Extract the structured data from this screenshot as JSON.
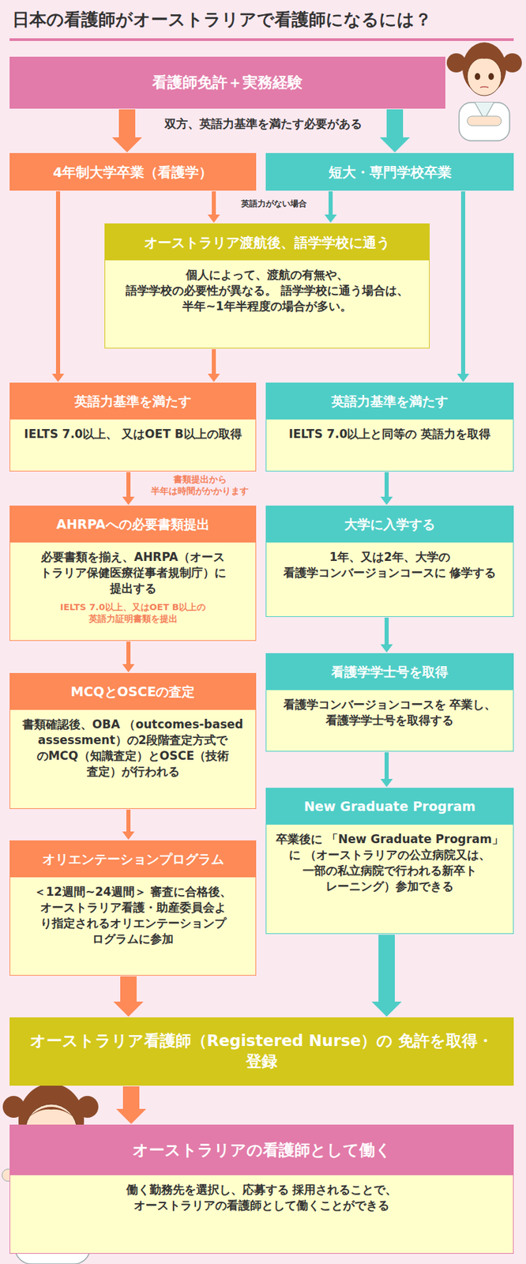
{
  "diagram": {
    "title": "日本の看護師がオーストラリアで看護師になるには？",
    "nodes": [
      {
        "text": [
          "看護師免許＋実務経験"
        ]
      },
      {
        "text": [
          "4年制大学卒業（看護学）"
        ]
      },
      {
        "text": [
          "短大・専門学校卒業"
        ]
      },
      {
        "text": [
          "オーストラリア渡航後、語学学校に通う",
          "個人によって、渡航の有無や、 語学学校の必要性が異なる。 語学学校に通う場合は、 半年~1年半程度の場合が多い。"
        ]
      },
      {
        "text": [
          "英語力基準を満たす",
          "IELTS 7.0以上、 又はOET B以上の取得"
        ]
      },
      {
        "text": [
          "英語力基準を満たす",
          "IELTS 7.0以上と同等の 英語力を取得"
        ]
      },
      {
        "text": [
          "AHRPAへの必要書類提出",
          "必要書類を揃え、AHRPA（オース トラリア保健医療従事者規制庁）に 提出する",
          "IELTS 7.0以上、又はOET B以上の 英語力証明書類を提出"
        ]
      },
      {
        "text": [
          "大学に入学する",
          "1年、又は2年、大学の 看護学コンバージョンコースに 修学する"
        ]
      },
      {
        "text": [
          "MCQとOSCEの査定",
          "書類確認後、OBA （outcomes-based assessment）の2段階査定方式で のMCQ（知識査定）とOSCE（技術 査定）が行われる"
        ]
      },
      {
        "text": [
          "看護学学士号を取得",
          "看護学コンバージョンコースを 卒業し、看護学学士号を取得する"
        ]
      },
      {
        "text": [
          "オリエンテーションプログラム",
          "＜12週間~24週間＞ 審査に合格後、 オーストラリア看護・助産委員会よ り指定されるオリエンテーションプ ログラムに参加"
        ]
      },
      {
        "text": [
          "New Graduate Program",
          "卒業後に 「New Graduate Program」に （オーストラリアの公立病院又は、 一部の私立病院で行われる新卒ト レーニング）参加できる"
        ]
      },
      {
        "text": [
          "オーストラリア看護師（Registered Nurse）の 免許を取得・登録"
        ]
      },
      {
        "text": [
          "オーストラリアの看護師として働く",
          "働く勤務先を選択し、応募する 採用されることで、 オーストラリアの看護師として働くことができる"
        ]
      }
    ],
    "edges": [
      {
        "from": 0,
        "to": 1,
        "arrow": "to"
      },
      {
        "from": 0,
        "to": 2,
        "arrow": "to"
      },
      {
        "from": 1,
        "to": 4,
        "arrow": "to"
      },
      {
        "from": 1,
        "to": 3,
        "arrow": "to"
      },
      {
        "from": 2,
        "to": 3,
        "arrow": "to"
      },
      {
        "from": 2,
        "to": 5,
        "arrow": "to"
      },
      {
        "from": 3,
        "to": 4,
        "arrow": "to"
      },
      {
        "from": 4,
        "to": 6,
        "arrow": "to",
        "label": "書類提出から 半年は時間がかかります"
      },
      {
        "from": 5,
        "to": 7,
        "arrow": "to"
      },
      {
        "from": 6,
        "to": 8,
        "arrow": "to"
      },
      {
        "from": 7,
        "to": 9,
        "arrow": "to"
      },
      {
        "from": 8,
        "to": 10,
        "arrow": "to"
      },
      {
        "from": 9,
        "to": 11,
        "arrow": "to"
      },
      {
        "from": 10,
        "to": 12,
        "arrow": "to"
      },
      {
        "from": 11,
        "to": 12,
        "arrow": "to"
      },
      {
        "from": 12,
        "to": 13,
        "arrow": "to"
      }
    ],
    "labels": [
      "双方、英語力基準を満たす必要がある",
      "英語力がない場合"
    ]
  }
}
